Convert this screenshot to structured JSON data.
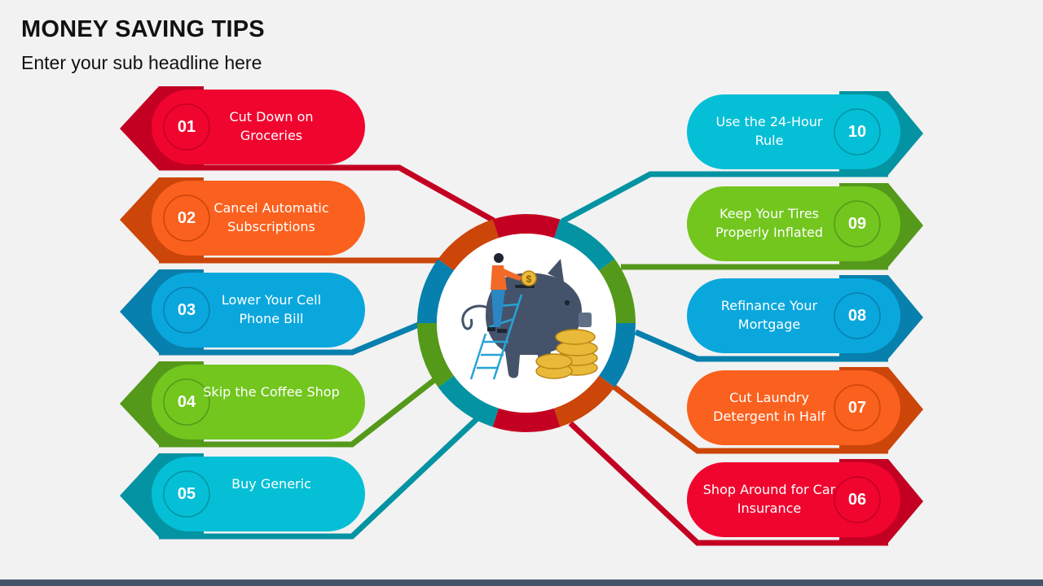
{
  "header": {
    "title": "MONEY SAVING TIPS",
    "subtitle": "Enter your sub headline here"
  },
  "tips": [
    {
      "num": "01",
      "text": "Cut Down on Groceries",
      "color": "#f0052f",
      "dark": "#c30022"
    },
    {
      "num": "02",
      "text": "Cancel Automatic Subscriptions",
      "color": "#fa601e",
      "dark": "#cc4509"
    },
    {
      "num": "03",
      "text": "Lower Your Cell Phone Bill",
      "color": "#0aa7dd",
      "dark": "#0780ad"
    },
    {
      "num": "04",
      "text": "Skip the Coffee Shop",
      "color": "#72c61e",
      "dark": "#54991a"
    },
    {
      "num": "05",
      "text": "Buy Generic",
      "color": "#04bfd6",
      "dark": "#0493a2"
    },
    {
      "num": "06",
      "text": "Shop Around for Car Insurance",
      "color": "#f0052f",
      "dark": "#c30022"
    },
    {
      "num": "07",
      "text": "Cut Laundry Detergent in Half",
      "color": "#fa601e",
      "dark": "#cc4509"
    },
    {
      "num": "08",
      "text": "Refinance Your Mortgage",
      "color": "#0aa7dd",
      "dark": "#0780ad"
    },
    {
      "num": "09",
      "text": "Keep Your Tires Properly Inflated",
      "color": "#72c61e",
      "dark": "#54991a"
    },
    {
      "num": "10",
      "text": "Use the 24-Hour Rule",
      "color": "#04bfd6",
      "dark": "#0493a2"
    }
  ],
  "center": {
    "icon": "piggy-bank-icon",
    "coin_symbol": "$"
  }
}
